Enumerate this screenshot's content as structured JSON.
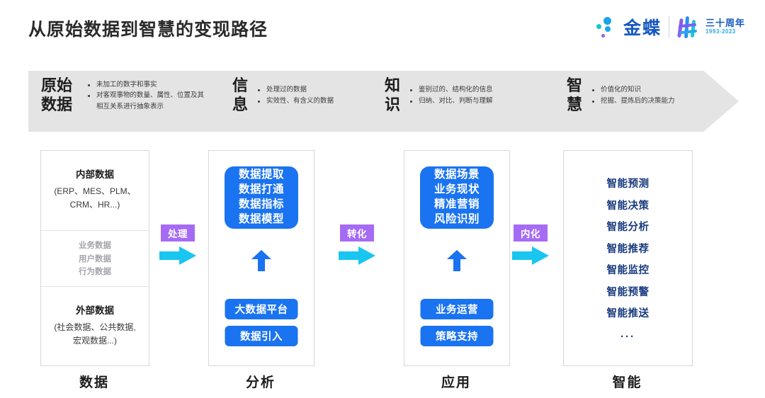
{
  "header": {
    "title": "从原始数据到智慧的变现路径",
    "brand": {
      "name": "金蝶",
      "anniversary_cn": "三十周年",
      "anniversary_years": "1993-2023"
    }
  },
  "banner": {
    "stages": [
      {
        "name": "原始\n数据",
        "name_line1": "原始",
        "name_line2": "数据",
        "bullets": [
          "未加工的数字和事实",
          "对客观事物的数量、属性、位置及其相互关系进行抽象表示"
        ]
      },
      {
        "name_line1": "信",
        "name_line2": "息",
        "bullets": [
          "处理过的数据",
          "实效性、有含义的数据"
        ]
      },
      {
        "name_line1": "知",
        "name_line2": "识",
        "bullets": [
          "鉴别过的、结构化的信息",
          "归纳、对比、判断与理解"
        ]
      },
      {
        "name_line1": "智",
        "name_line2": "慧",
        "bullets": [
          "价值化的知识",
          "挖掘、提炼后的决策能力"
        ]
      }
    ]
  },
  "columns": {
    "data": {
      "bottom_label": "数据",
      "internal_title": "内部数据",
      "internal_sub_line1": "(ERP、MES、PLM、",
      "internal_sub_line2": "CRM、HR...)",
      "middle_items": [
        "业务数据",
        "用户数据",
        "行为数据"
      ],
      "external_title": "外部数据",
      "external_sub_line1": "(社会数据、公共数据,",
      "external_sub_line2": "宏观数据...)"
    },
    "analysis": {
      "bottom_label": "分析",
      "card_items": [
        "数据提取",
        "数据打通",
        "数据指标",
        "数据模型"
      ],
      "pill_a": "大数据平台",
      "pill_b": "数据引入"
    },
    "application": {
      "bottom_label": "应用",
      "card_items": [
        "数据场景",
        "业务现状",
        "精准营销",
        "风险识别"
      ],
      "pill_a": "业务运营",
      "pill_b": "策略支持"
    },
    "intelligence": {
      "bottom_label": "智能",
      "items": [
        "智能预测",
        "智能决策",
        "智能分析",
        "智能推荐",
        "智能监控",
        "智能预警",
        "智能推送"
      ],
      "ellipsis": "···"
    }
  },
  "connectors": [
    {
      "label": "处理"
    },
    {
      "label": "转化"
    },
    {
      "label": "内化"
    }
  ],
  "colors": {
    "blue": "#1a73f0",
    "navy": "#17397e",
    "purple": "#a56bf5",
    "cyan": "#19c6ef",
    "banner_gray": "#e4e4e4",
    "brand_blue": "#1557c0"
  }
}
